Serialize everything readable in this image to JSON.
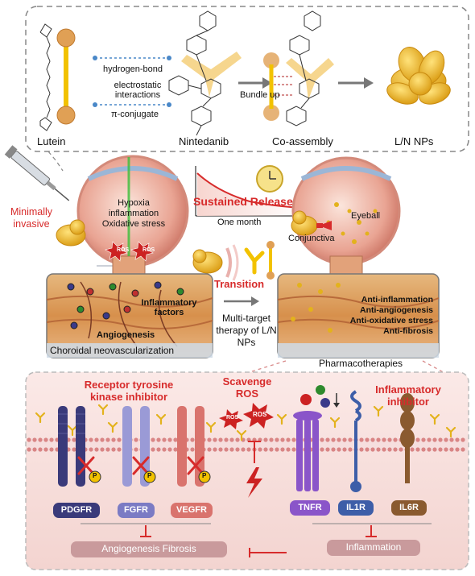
{
  "top": {
    "lutein": "Lutein",
    "nintedanib": "Nintedanib",
    "coassembly": "Co-assembly",
    "ln_nps": "L/N NPs",
    "hbond": "hydrogen-bond",
    "electrostatic": "electrostatic\ninteractions",
    "pi": "π-conjugate",
    "bundle": "Bundle up"
  },
  "middle": {
    "minimally": "Minimally\ninvasive",
    "hypoxia": "Hypoxia\ninflammation\nOxidative stress",
    "ros": "ROS",
    "sustained": "Sustained Release",
    "one_month": "One month",
    "transition": "Transition",
    "conjunctiva": "Conjunctiva",
    "eyeball": "Eyeball",
    "inflammatory_factors": "Inflammatory\nfactors",
    "angiogenesis": "Angiogenesis",
    "cnv": "Choroidal neovascularization",
    "multi_target": "Multi-target\ntherapy of L/N NPs",
    "anti": "Anti-inflammation\nAnti-angiogenesis\nAnti-oxidative stress\nAnti-fibrosis",
    "pharmaco": "Pharmacotherapies"
  },
  "bottom": {
    "rtk": "Receptor tyrosine\nkinase inhibitor",
    "scavenge": "Scavenge\nROS",
    "inflammatory_inhibitor": "Inflammatory\ninhibitor",
    "p": "P",
    "receptors": [
      "PDGFR",
      "FGFR",
      "VEGFR",
      "TNFR",
      "IL1R",
      "IL6R"
    ],
    "angio_fibrosis": "Angiogenesis  Fibrosis",
    "inflammation": "Inflammation"
  },
  "colors": {
    "accent_red": "#d72b2b",
    "pdgfr": "#3a3a7a",
    "fgfr": "#9a9ad6",
    "vegfr": "#d9736d",
    "tnfr": "#8a55c9",
    "il1r": "#3d5ea8",
    "il6r": "#8a5a2f",
    "nanoparticle": "#f2b620"
  }
}
